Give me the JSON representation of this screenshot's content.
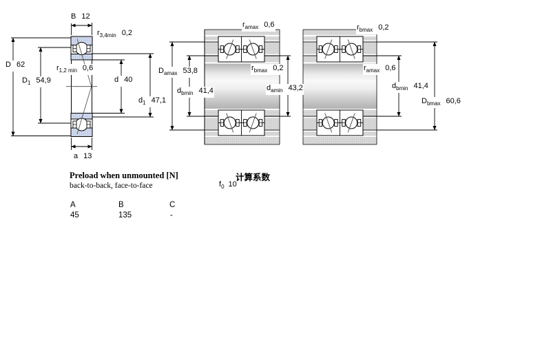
{
  "colors": {
    "bearing_ring_fill": "#cdd7ec",
    "bearing_ring_dots": "#a9b7d6",
    "housing_fill": "#d7d7d7",
    "housing_dots": "#c2c2c2",
    "line": "#000000"
  },
  "dims": {
    "left": {
      "B": {
        "sym": "B",
        "sub": "",
        "val": "12"
      },
      "r34": {
        "sym": "r",
        "sub": "3,4min",
        "val": "0,2"
      },
      "D": {
        "sym": "D",
        "sub": "",
        "val": "62"
      },
      "D1": {
        "sym": "D",
        "sub": "1",
        "val": "54,9"
      },
      "r12": {
        "sym": "r",
        "sub": "1,2 min",
        "val": "0,6"
      },
      "d": {
        "sym": "d",
        "sub": "",
        "val": "40"
      },
      "d1": {
        "sym": "d",
        "sub": "1",
        "val": "47,1"
      },
      "a": {
        "sym": "a",
        "sub": "",
        "val": "13"
      }
    },
    "middle": {
      "r_amax": {
        "sym": "r",
        "sub": "amax",
        "val": "0,6"
      },
      "D_amax": {
        "sym": "D",
        "sub": "amax",
        "val": "53,8"
      },
      "d_bmin": {
        "sym": "d",
        "sub": "bmin",
        "val": "41,4"
      },
      "r_bmax": {
        "sym": "r",
        "sub": "bmax",
        "val": "0,2"
      },
      "d_amin": {
        "sym": "d",
        "sub": "amin",
        "val": "43,2"
      }
    },
    "right": {
      "r_bmax": {
        "sym": "r",
        "sub": "bmax",
        "val": "0,2"
      },
      "r_amax": {
        "sym": "r",
        "sub": "amax",
        "val": "0,6"
      },
      "d_bmin": {
        "sym": "d",
        "sub": "bmin",
        "val": "41,4"
      },
      "D_bmax": {
        "sym": "D",
        "sub": "bmax",
        "val": "60,6"
      }
    }
  },
  "preload": {
    "title": "Preload when unmounted [N]",
    "subtitle": "back-to-back, face-to-face",
    "columns": [
      "A",
      "B",
      "C"
    ],
    "values": [
      "45",
      "135",
      "-"
    ]
  },
  "factors": {
    "title": "计算系数",
    "f0": {
      "sym": "f",
      "sub": "0",
      "val": "10"
    }
  }
}
